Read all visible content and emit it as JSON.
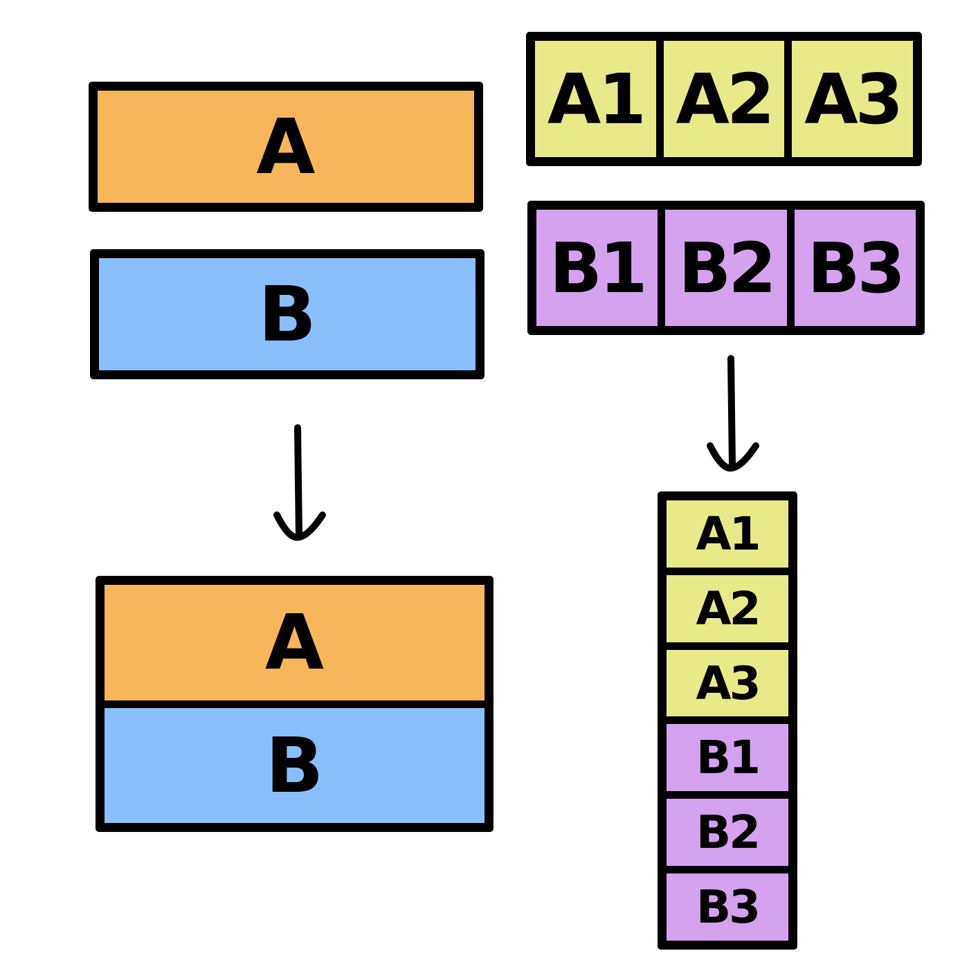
{
  "left": {
    "inputs": [
      {
        "label": "A",
        "color": "#F8B65A"
      },
      {
        "label": "B",
        "color": "#89BFFB"
      }
    ],
    "output": [
      {
        "label": "A",
        "color": "#F8B65A"
      },
      {
        "label": "B",
        "color": "#89BFFB"
      }
    ]
  },
  "right": {
    "inputs": [
      {
        "cells": [
          "A1",
          "A2",
          "A3"
        ],
        "color": "#E8EA8A"
      },
      {
        "cells": [
          "B1",
          "B2",
          "B3"
        ],
        "color": "#D4A2EE"
      }
    ],
    "output": [
      "A1",
      "A2",
      "A3",
      "B1",
      "B2",
      "B3"
    ]
  },
  "arrow_icon": "down-arrow-icon"
}
